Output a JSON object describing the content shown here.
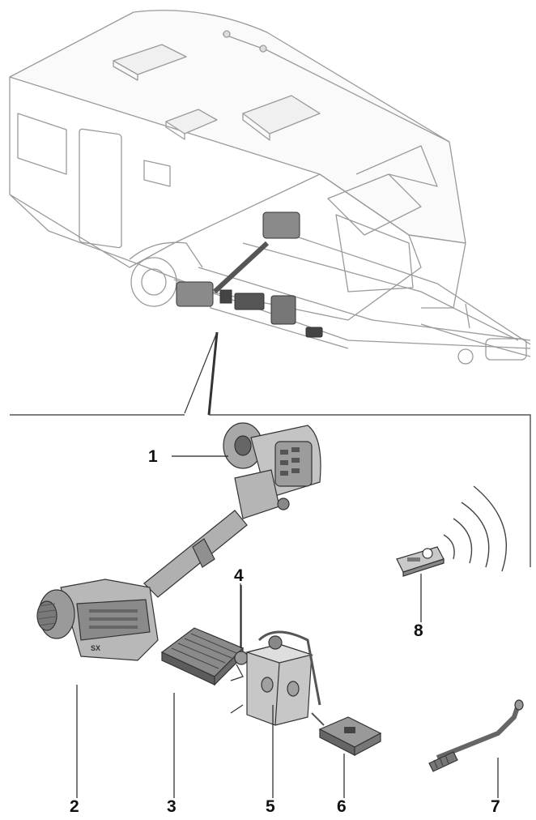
{
  "callouts": [
    {
      "id": "1",
      "label": "1"
    },
    {
      "id": "2",
      "label": "2"
    },
    {
      "id": "3",
      "label": "3"
    },
    {
      "id": "4",
      "label": "4"
    },
    {
      "id": "5",
      "label": "5"
    },
    {
      "id": "6",
      "label": "6"
    },
    {
      "id": "7",
      "label": "7"
    },
    {
      "id": "8",
      "label": "8"
    }
  ],
  "motor_badge": "SX",
  "colors": {
    "line": "#8a8a8a",
    "line_dark": "#333333",
    "component": "#bdbdbd",
    "component_dark": "#6e6e6e",
    "text": "#111111"
  }
}
